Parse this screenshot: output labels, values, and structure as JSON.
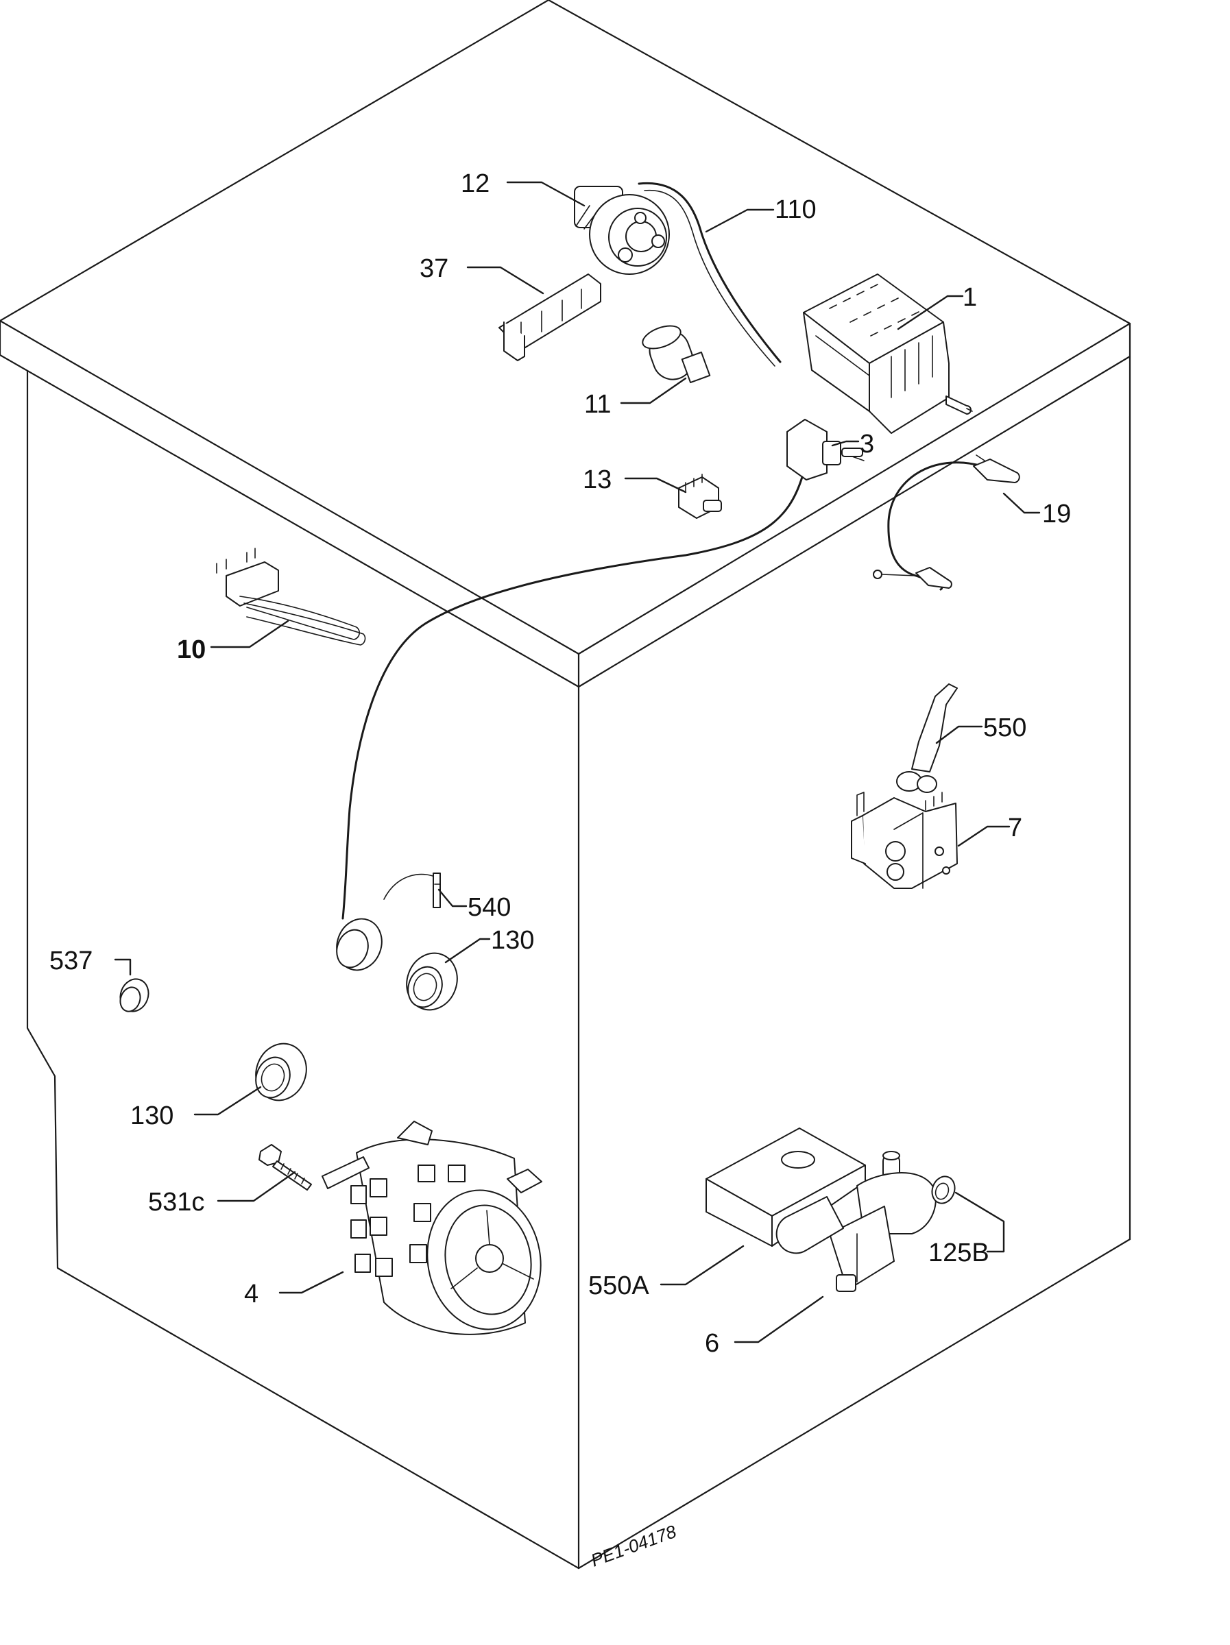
{
  "diagram": {
    "labels": {
      "p12": "12",
      "p110": "110",
      "p37": "37",
      "p1": "1",
      "p11": "11",
      "p3": "3",
      "p13": "13",
      "p19": "19",
      "p10": "10",
      "p550": "550",
      "p7": "7",
      "p540": "540",
      "p130a": "130",
      "p537": "537",
      "p130b": "130",
      "p531c": "531c",
      "p4": "4",
      "p550a": "550A",
      "p125b": "125B",
      "p6": "6"
    },
    "doc_id": "PE1-04178"
  }
}
